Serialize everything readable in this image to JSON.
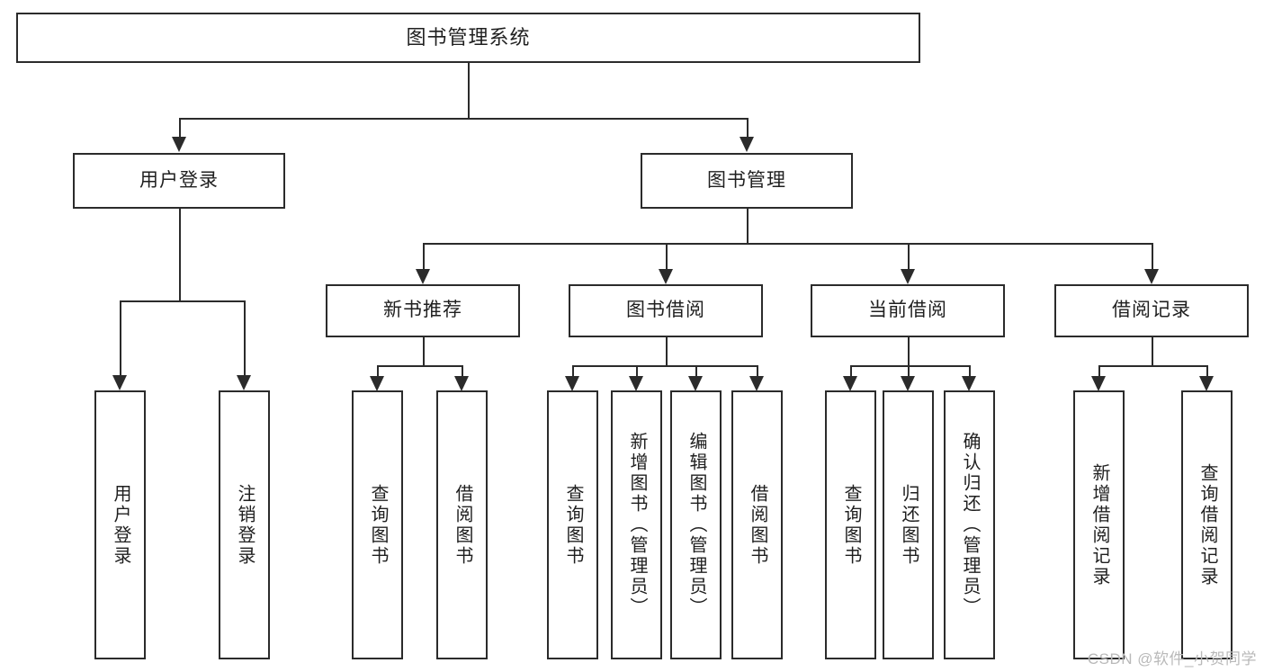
{
  "diagram": {
    "type": "tree-hierarchy",
    "title": "图书管理系统",
    "watermark": "CSDN @软件_小贺同学",
    "colors": {
      "stroke": "#2b2b2b",
      "fill": "#ffffff",
      "text": "#1f1f1f",
      "watermark": "#b9b9b9"
    },
    "nodes": {
      "root": {
        "label": "图书管理系统",
        "level": 0
      },
      "l1": [
        {
          "id": "user-login",
          "label": "用户登录"
        },
        {
          "id": "book-manage",
          "label": "图书管理"
        }
      ],
      "l2": [
        {
          "id": "new-book-recommend",
          "label": "新书推荐",
          "parent": "book-manage"
        },
        {
          "id": "book-borrow",
          "label": "图书借阅",
          "parent": "book-manage"
        },
        {
          "id": "current-borrow",
          "label": "当前借阅",
          "parent": "book-manage"
        },
        {
          "id": "borrow-record",
          "label": "借阅记录",
          "parent": "book-manage"
        }
      ],
      "leaves": [
        {
          "id": "leaf-user-login",
          "label": "用户登录",
          "parent": "user-login"
        },
        {
          "id": "leaf-logout",
          "label": "注销登录",
          "parent": "user-login"
        },
        {
          "id": "leaf-query-book-1",
          "label": "查询图书",
          "parent": "new-book-recommend"
        },
        {
          "id": "leaf-borrow-book-1",
          "label": "借阅图书",
          "parent": "new-book-recommend"
        },
        {
          "id": "leaf-query-book-2",
          "label": "查询图书",
          "parent": "book-borrow"
        },
        {
          "id": "leaf-add-book",
          "label": "新增图书（管理员）",
          "parent": "book-borrow"
        },
        {
          "id": "leaf-edit-book",
          "label": "编辑图书（管理员）",
          "parent": "book-borrow"
        },
        {
          "id": "leaf-borrow-book-2",
          "label": "借阅图书",
          "parent": "book-borrow"
        },
        {
          "id": "leaf-query-book-3",
          "label": "查询图书",
          "parent": "current-borrow"
        },
        {
          "id": "leaf-return-book",
          "label": "归还图书",
          "parent": "current-borrow"
        },
        {
          "id": "leaf-confirm-return",
          "label": "确认归还（管理员）",
          "parent": "current-borrow"
        },
        {
          "id": "leaf-add-record",
          "label": "新增借阅记录",
          "parent": "borrow-record"
        },
        {
          "id": "leaf-query-record",
          "label": "查询借阅记录",
          "parent": "borrow-record"
        }
      ]
    }
  }
}
